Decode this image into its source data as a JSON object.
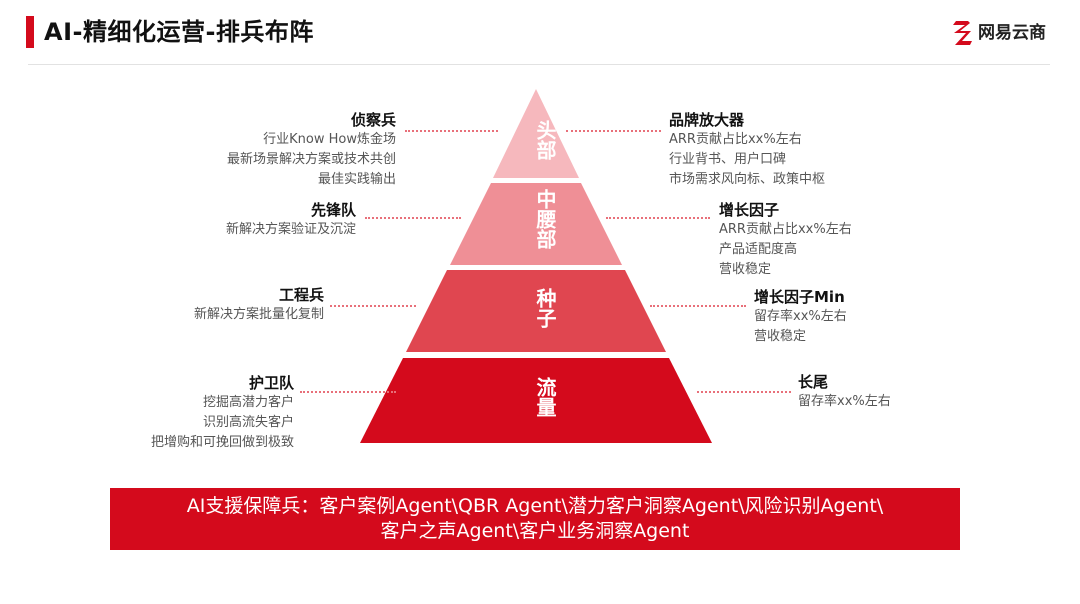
{
  "header": {
    "title": "AI-精细化运营-排兵布阵",
    "logo_text": "网易云商",
    "logo_icon": "netease-yunshang-logo-icon"
  },
  "colors": {
    "accent": "#d40a1c",
    "tier_top": "#f6b8bd",
    "tier_upper": "#ef8f96",
    "tier_mid": "#e04650",
    "tier_base": "#d40a1c"
  },
  "pyramid": {
    "tiers": [
      {
        "label": "头部"
      },
      {
        "label": "中腰部"
      },
      {
        "label": "种子"
      },
      {
        "label": "流量"
      }
    ]
  },
  "left_blocks": [
    {
      "head": "侦察兵",
      "lines": [
        "行业Know How炼金场",
        "最新场景解决方案或技术共创",
        "最佳实践输出"
      ]
    },
    {
      "head": "先锋队",
      "lines": [
        "新解决方案验证及沉淀"
      ]
    },
    {
      "head": "工程兵",
      "lines": [
        "新解决方案批量化复制"
      ]
    },
    {
      "head": "护卫队",
      "lines": [
        "挖掘高潜力客户",
        "识别高流失客户",
        "把增购和可挽回做到极致"
      ]
    }
  ],
  "right_blocks": [
    {
      "head": "品牌放大器",
      "lines": [
        "ARR贡献占比xx%左右",
        "行业背书、用户口碑",
        "市场需求风向标、政策中枢"
      ]
    },
    {
      "head": "增长因子",
      "lines": [
        "ARR贡献占比xx%左右",
        "产品适配度高",
        "营收稳定"
      ]
    },
    {
      "head": "增长因子Min",
      "lines": [
        "留存率xx%左右",
        "营收稳定"
      ]
    },
    {
      "head": "长尾",
      "lines": [
        "留存率xx%左右"
      ]
    }
  ],
  "banner": {
    "line1": "AI支援保障兵：客户案例Agent\\QBR Agent\\潜力客户洞察Agent\\风险识别Agent\\",
    "line2": "客户之声Agent\\客户业务洞察Agent"
  }
}
